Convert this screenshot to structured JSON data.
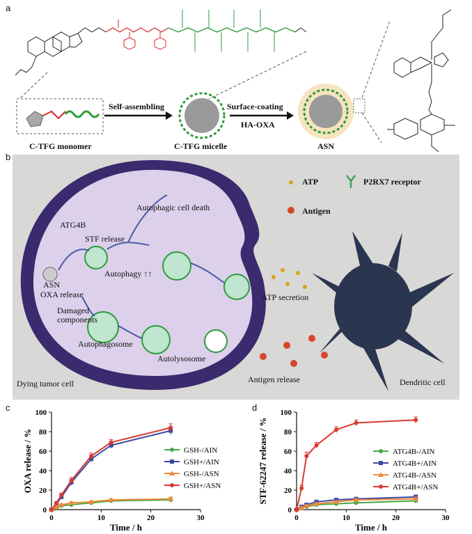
{
  "panels": {
    "a": "a",
    "b": "b",
    "c": "c",
    "d": "d"
  },
  "panel_a": {
    "steps": [
      "Self-assembling",
      "Surface-coating"
    ],
    "coating_agent": "HA-OXA",
    "items": [
      "C-TFG monomer",
      "C-TFG micelle",
      "ASN"
    ],
    "colors": {
      "red_segment": "#d62a2a",
      "green_segment": "#2f9a3c",
      "core": "#9a9a9a",
      "halo": "#f6e4bf"
    }
  },
  "panel_b": {
    "legend": {
      "atp": "ATP",
      "receptor": "P2RX7 receptor",
      "antigen": "Antigen"
    },
    "labels": {
      "atg4b": "ATG4B",
      "stf_release": "STF release",
      "autophagic_death": "Autophagic cell death",
      "asn": "ASN",
      "oxa_release": "OXA release",
      "autophagy": "Autophagy ↑↑",
      "damaged": "Damaged\ncomponents",
      "autophagosome": "Autophagosome",
      "autolysosome": "Autolysosome",
      "atp_secretion": "ATP secretion",
      "antigen_release": "Antigen release",
      "dying_cell": "Dying tumor cell",
      "dendritic_cell": "Dendritic cell"
    },
    "colors": {
      "background": "#d8d8d6",
      "membrane": "#3b2a6d",
      "interior": "#dcd0ea",
      "dendritic": "#2a3550",
      "atp": "#d9a21f",
      "antigen": "#d9452b",
      "receptor": "#3da35a"
    }
  },
  "chart_data": [
    {
      "type": "line",
      "xlabel": "Time / h",
      "ylabel": "OXA release / %",
      "xlim": [
        0,
        30
      ],
      "ylim": [
        0,
        100
      ],
      "xticks": [
        0,
        10,
        20,
        30
      ],
      "yticks": [
        0,
        20,
        40,
        60,
        80,
        100
      ],
      "legend_position": "right-middle",
      "x": [
        0,
        1,
        2,
        4,
        8,
        12,
        24
      ],
      "series": [
        {
          "name": "GSH-/AIN",
          "color": "#45a845",
          "marker": "circle",
          "values": [
            0,
            2,
            4,
            5,
            7,
            9,
            10
          ],
          "err": [
            0,
            1,
            1,
            1,
            1,
            1,
            2
          ]
        },
        {
          "name": "GSH+/AIN",
          "color": "#3b4aa0",
          "marker": "square",
          "values": [
            0,
            6,
            13,
            28,
            52,
            66,
            81
          ],
          "err": [
            0,
            1,
            2,
            3,
            3,
            3,
            4
          ]
        },
        {
          "name": "GSH-/ASN",
          "color": "#f08a3c",
          "marker": "triangle",
          "values": [
            0,
            3,
            5,
            7,
            8,
            10,
            11
          ],
          "err": [
            0,
            1,
            1,
            1,
            1,
            1,
            2
          ]
        },
        {
          "name": "GSH+/ASN",
          "color": "#d93a30",
          "marker": "circle",
          "values": [
            0,
            7,
            15,
            30,
            55,
            69,
            84
          ],
          "err": [
            0,
            1,
            2,
            3,
            3,
            3,
            4
          ]
        }
      ]
    },
    {
      "type": "line",
      "xlabel": "Time / h",
      "ylabel": "STF-62247 release / %",
      "xlim": [
        0,
        30
      ],
      "ylim": [
        0,
        100
      ],
      "xticks": [
        0,
        10,
        20,
        30
      ],
      "yticks": [
        0,
        20,
        40,
        60,
        80,
        100
      ],
      "legend_position": "right-middle",
      "x": [
        0,
        1,
        2,
        4,
        8,
        12,
        24
      ],
      "series": [
        {
          "name": "ATG4B-/AIN",
          "color": "#45a845",
          "marker": "circle",
          "values": [
            0,
            2,
            3,
            5,
            6,
            7,
            9
          ],
          "err": [
            0,
            1,
            1,
            1,
            1,
            1,
            2
          ]
        },
        {
          "name": "ATG4B+/AIN",
          "color": "#3b4aa0",
          "marker": "square",
          "values": [
            0,
            3,
            5,
            8,
            10,
            11,
            13
          ],
          "err": [
            0,
            1,
            1,
            1,
            1,
            1,
            2
          ]
        },
        {
          "name": "ATG4B-/ASN",
          "color": "#f08a3c",
          "marker": "triangle",
          "values": [
            0,
            2,
            4,
            6,
            8,
            10,
            11
          ],
          "err": [
            0,
            1,
            1,
            1,
            1,
            1,
            2
          ]
        },
        {
          "name": "ATG4B+/ASN",
          "color": "#d93a30",
          "marker": "circle",
          "values": [
            0,
            22,
            55,
            66,
            82,
            89,
            92
          ],
          "err": [
            0,
            3,
            4,
            3,
            3,
            3,
            3
          ]
        }
      ]
    }
  ]
}
